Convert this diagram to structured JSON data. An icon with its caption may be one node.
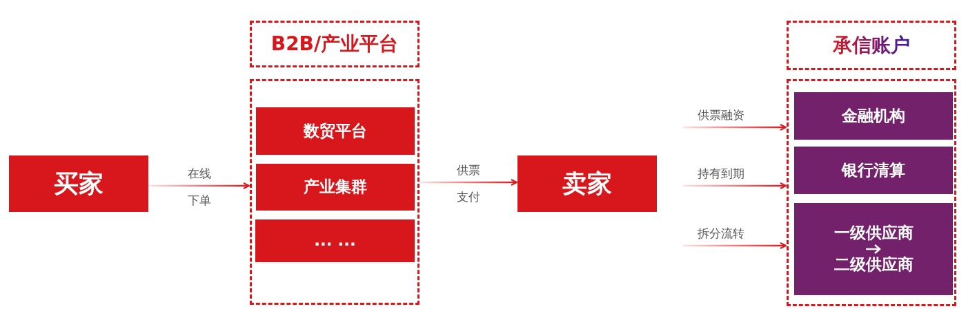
{
  "diagram": {
    "nodes": [
      {
        "text": [
          "买家"
        ]
      },
      {
        "text": [
          "B2B/产业平台"
        ]
      },
      {
        "text": [],
        "shape": "box"
      },
      {
        "text": [
          "数贸平台"
        ],
        "in": 2
      },
      {
        "text": [
          "产业集群"
        ],
        "in": 2
      },
      {
        "text": [
          "... ..."
        ],
        "in": 2
      },
      {
        "text": [
          "卖家"
        ]
      },
      {
        "text": [
          "承信账户"
        ]
      },
      {
        "text": [],
        "shape": "box"
      },
      {
        "text": [
          "金融机构"
        ],
        "in": 8
      },
      {
        "text": [
          "银行清算"
        ],
        "in": 8
      },
      {
        "text": [
          "一级供应商",
          "二级供应商"
        ],
        "in": 8
      }
    ],
    "edges": [
      {
        "from": 0,
        "to": 2,
        "arrow": "to",
        "label": "在线下单"
      },
      {
        "from": 2,
        "to": 6,
        "arrow": "to",
        "label": "供票支付"
      },
      {
        "from": null,
        "to": 8,
        "arrow": "to",
        "label": "供票融资"
      },
      {
        "from": null,
        "to": 8,
        "arrow": "to",
        "label": "持有到期"
      },
      {
        "from": null,
        "to": 8,
        "arrow": "to",
        "label": "拆分流转"
      }
    ]
  }
}
